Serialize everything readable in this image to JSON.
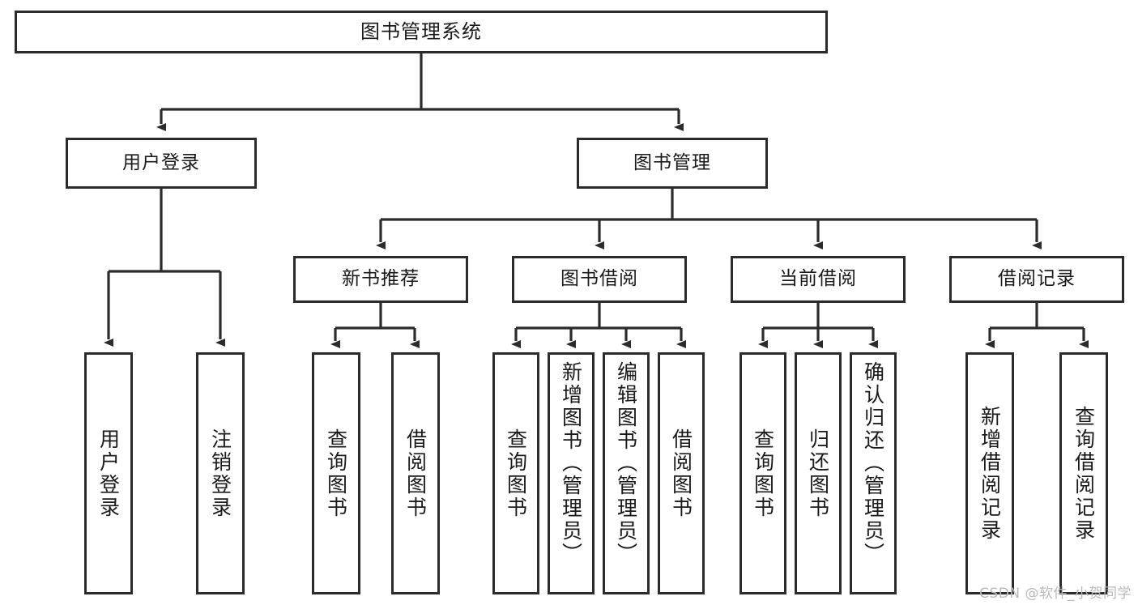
{
  "diagram": {
    "title": "图书管理系统",
    "type": "hierarchy-tree",
    "watermark": "CSDN @软件_小贺同学",
    "colors": {
      "stroke": "#2b2b2b",
      "fill": "#ffffff",
      "text": "#1a1a1a",
      "watermark": "#b9b9b9"
    },
    "levels": {
      "root": "图书管理系统",
      "level2": [
        "用户登录",
        "图书管理"
      ],
      "level3": [
        "新书推荐",
        "图书借阅",
        "当前借阅",
        "借阅记录"
      ]
    },
    "nodes": {
      "root": {
        "label": "图书管理系统"
      },
      "user_login": {
        "label": "用户登录"
      },
      "book_manage": {
        "label": "图书管理"
      },
      "new_book_rec": {
        "label": "新书推荐"
      },
      "book_borrow": {
        "label": "图书借阅"
      },
      "current_borrow": {
        "label": "当前借阅"
      },
      "borrow_record": {
        "label": "借阅记录"
      },
      "leaf_user_login": {
        "label": "用户登录"
      },
      "leaf_logout": {
        "label": "注销登录"
      },
      "leaf_query_book_1": {
        "label": "查询图书"
      },
      "leaf_borrow_book_1": {
        "label": "借阅图书"
      },
      "leaf_query_book_2": {
        "label": "查询图书"
      },
      "leaf_add_book_admin": {
        "label": "新增图书（管理员）"
      },
      "leaf_edit_book_admin": {
        "label": "编辑图书（管理员）"
      },
      "leaf_borrow_book_2": {
        "label": "借阅图书"
      },
      "leaf_query_book_3": {
        "label": "查询图书"
      },
      "leaf_return_book": {
        "label": "归还图书"
      },
      "leaf_confirm_return_admin": {
        "label": "确认归还（管理员）"
      },
      "leaf_add_record": {
        "label": "新增借阅记录"
      },
      "leaf_query_record": {
        "label": "查询借阅记录"
      }
    },
    "edges": [
      {
        "from": "root",
        "to": "user_login"
      },
      {
        "from": "root",
        "to": "book_manage"
      },
      {
        "from": "user_login",
        "to": "leaf_user_login"
      },
      {
        "from": "user_login",
        "to": "leaf_logout"
      },
      {
        "from": "book_manage",
        "to": "new_book_rec"
      },
      {
        "from": "book_manage",
        "to": "book_borrow"
      },
      {
        "from": "book_manage",
        "to": "current_borrow"
      },
      {
        "from": "book_manage",
        "to": "borrow_record"
      },
      {
        "from": "new_book_rec",
        "to": "leaf_query_book_1"
      },
      {
        "from": "new_book_rec",
        "to": "leaf_borrow_book_1"
      },
      {
        "from": "book_borrow",
        "to": "leaf_query_book_2"
      },
      {
        "from": "book_borrow",
        "to": "leaf_add_book_admin"
      },
      {
        "from": "book_borrow",
        "to": "leaf_edit_book_admin"
      },
      {
        "from": "book_borrow",
        "to": "leaf_borrow_book_2"
      },
      {
        "from": "current_borrow",
        "to": "leaf_query_book_3"
      },
      {
        "from": "current_borrow",
        "to": "leaf_return_book"
      },
      {
        "from": "current_borrow",
        "to": "leaf_confirm_return_admin"
      },
      {
        "from": "borrow_record",
        "to": "leaf_add_record"
      },
      {
        "from": "borrow_record",
        "to": "leaf_query_record"
      }
    ]
  }
}
